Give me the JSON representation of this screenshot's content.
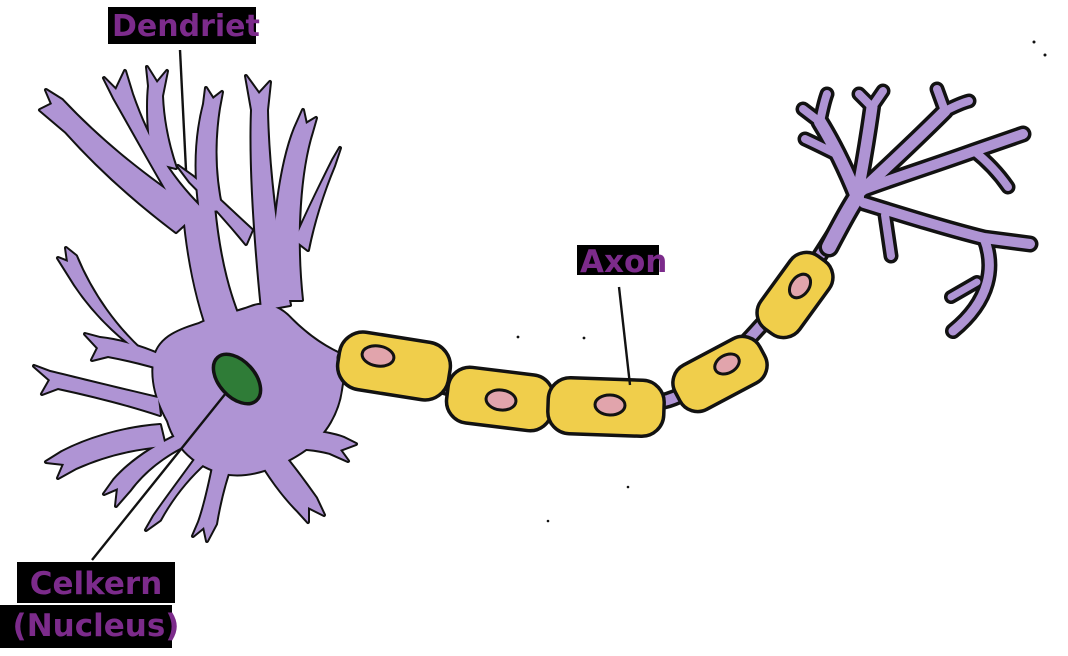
{
  "diagram": {
    "type": "neuron-anatomy",
    "language": "Dutch",
    "labels": {
      "dendrite": {
        "text": "Dendriet"
      },
      "axon": {
        "text": "Axon"
      },
      "nucleus": {
        "line1": "Celkern",
        "line2": "(Nucleus)"
      }
    },
    "colors": {
      "membrane": "#AF94D4",
      "myelin": "#F0CE4B",
      "schwann_nucleus": "#E1A4AC",
      "cell_nucleus": "#2F7C37",
      "outline": "#121212",
      "label_text": "#7C2B8B",
      "label_bg": "#000000",
      "background": "#FFFFFF"
    }
  }
}
